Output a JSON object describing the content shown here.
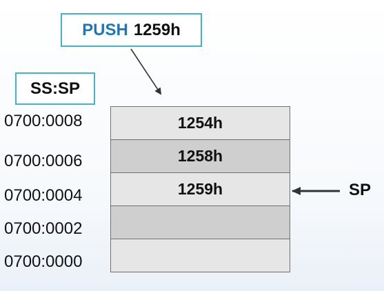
{
  "instruction": {
    "opcode": "PUSH",
    "operand": "1259h"
  },
  "register_label": "SS:SP",
  "stack": [
    {
      "address": "0700:0008",
      "value": "1254h",
      "fill": "#e6e6e6"
    },
    {
      "address": "0700:0006",
      "value": "1258h",
      "fill": "#cfcfcf"
    },
    {
      "address": "0700:0004",
      "value": "1259h",
      "fill": "#e6e6e6"
    },
    {
      "address": "0700:0002",
      "value": "",
      "fill": "#cfcfcf"
    },
    {
      "address": "0700:0000",
      "value": "",
      "fill": "#e6e6e6"
    }
  ],
  "pointer_label": "SP",
  "colors": {
    "accent_border": "#3fb3cf",
    "opcode_text": "#1f77b8"
  }
}
